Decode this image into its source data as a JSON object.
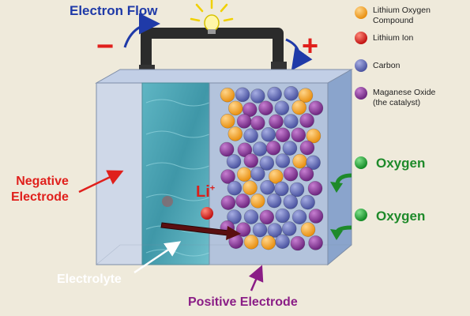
{
  "title": "Electron Flow",
  "labels": {
    "negative_electrode": [
      "Negative",
      "Electrode"
    ],
    "electrolyte": "Electrolyte",
    "positive_electrode": "Positive Electrode",
    "oxygen_1": "Oxygen",
    "oxygen_2": "Oxygen",
    "lithium_ion_symbol": "Li",
    "lithium_ion_charge": "+",
    "minus_sign": "−",
    "plus_sign": "+"
  },
  "legend": [
    {
      "lines": [
        "Lithium Oxygen",
        "Compound"
      ],
      "color": "#f5a21f"
    },
    {
      "lines": [
        "Lithium Ion"
      ],
      "color": "#e01c1c"
    },
    {
      "lines": [
        "Carbon"
      ],
      "color": "#6670b8"
    },
    {
      "lines": [
        "Maganese Oxide",
        "(the catalyst)"
      ],
      "color": "#8e3a9a"
    }
  ],
  "colors": {
    "background": "#efeadb",
    "electron_flow": "#1f3aa8",
    "negative": "#e0201c",
    "positive": "#8a1d86",
    "oxygen": "#1e8a2a",
    "electrolyte": "#3f97a8",
    "electrode_negative": "#c9d3e3",
    "electrode_positive": "#9db4d8",
    "lithium_oxygen": "#f5a21f",
    "carbon": "#6670b8",
    "manganese_oxide": "#8e3a9a",
    "lithium_ion": "#e01c1c"
  },
  "icons": [
    "light-bulb-icon",
    "curved-arrow-icon",
    "green-curved-arrow-icon"
  ]
}
